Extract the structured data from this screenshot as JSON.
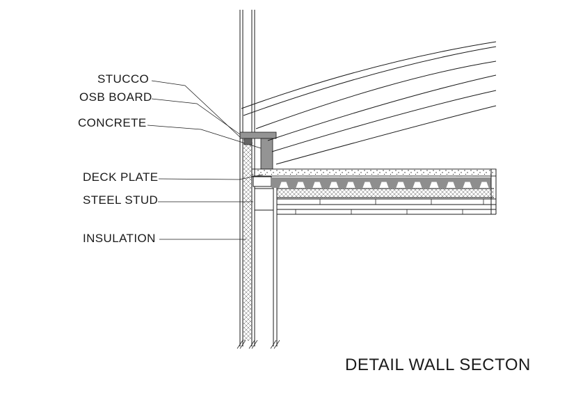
{
  "title": "DETAIL WALL SECTON",
  "labels": [
    {
      "text": "STUCCO"
    },
    {
      "text": "OSB BOARD"
    },
    {
      "text": "CONCRETE"
    },
    {
      "text": "DECK PLATE"
    },
    {
      "text": "STEEL STUD"
    },
    {
      "text": "INSULATION"
    }
  ],
  "colors": {
    "line": "#1a1a1a",
    "concrete": "#949494",
    "deck": "#8e8e8e",
    "background": "#ffffff"
  }
}
